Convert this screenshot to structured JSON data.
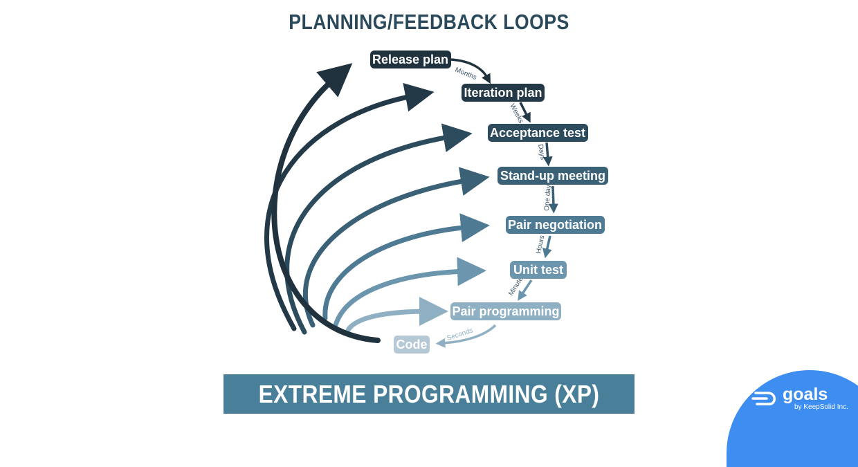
{
  "title": "PLANNING/FEEDBACK LOOPS",
  "banner": "EXTREME PROGRAMMING (XP)",
  "logo": {
    "name": "goals",
    "tagline": "by KeepSolid Inc."
  },
  "colors": {
    "title": "#2a4a5c",
    "banner_bg": "#4a7f9a",
    "logo_bg": "#3d8ef0",
    "interval_text": "#3c5566"
  },
  "nodes": [
    {
      "label": "Release plan",
      "color": "#1f323d"
    },
    {
      "label": "Iteration plan",
      "color": "#233947"
    },
    {
      "label": "Acceptance test",
      "color": "#2c4b5c"
    },
    {
      "label": "Stand-up meeting",
      "color": "#3b6177"
    },
    {
      "label": "Pair negotiation",
      "color": "#4e7a94"
    },
    {
      "label": "Unit test",
      "color": "#6c96ad"
    },
    {
      "label": "Pair programming",
      "color": "#8fb0c2"
    },
    {
      "label": "Code",
      "color": "#b4c9d5"
    }
  ],
  "intervals": [
    "Months",
    "Weeks",
    "Days",
    "One day",
    "Hours",
    "Minutes",
    "Seconds"
  ]
}
